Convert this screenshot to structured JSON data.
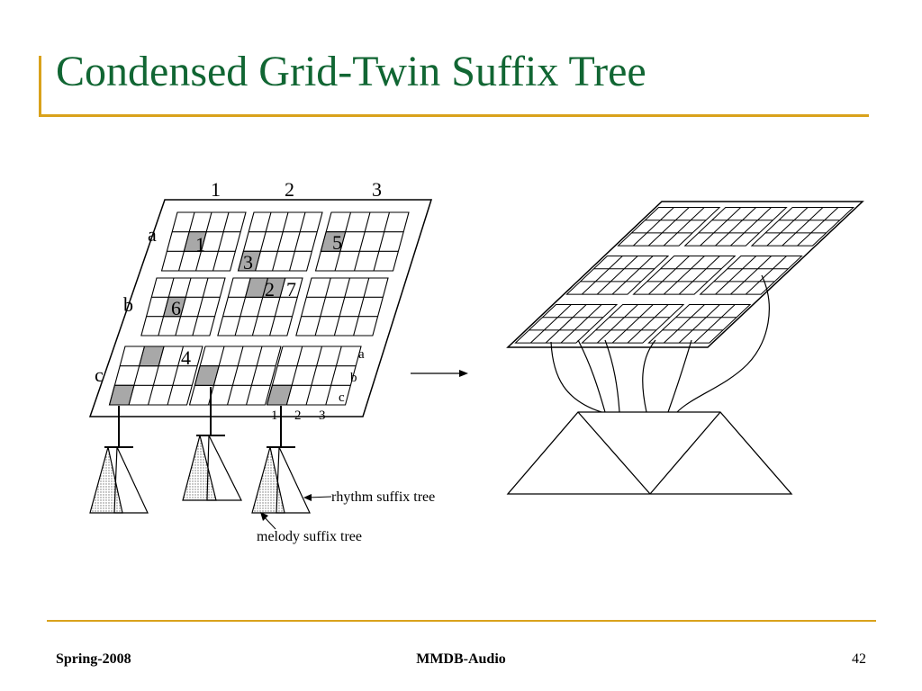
{
  "slide": {
    "title": "Condensed Grid-Twin Suffix Tree"
  },
  "left_diagram": {
    "column_labels": [
      "1",
      "2",
      "3"
    ],
    "row_labels": [
      "a",
      "b",
      "c"
    ],
    "cell_numbers": [
      "1",
      "3",
      "5",
      "2",
      "7",
      "6",
      "4"
    ],
    "sub_row_labels": [
      "a",
      "b",
      "c"
    ],
    "sub_column_labels": [
      "1",
      "2",
      "3"
    ],
    "rhythm_label": "rhythm suffix tree",
    "melody_label": "melody suffix tree"
  },
  "footer": {
    "left": "Spring-2008",
    "center": "MMDB-Audio",
    "page_number": "42"
  },
  "colors": {
    "title": "#116633",
    "accent_rule": "#d9a21b",
    "shaded_cell": "#a8a8a8"
  }
}
